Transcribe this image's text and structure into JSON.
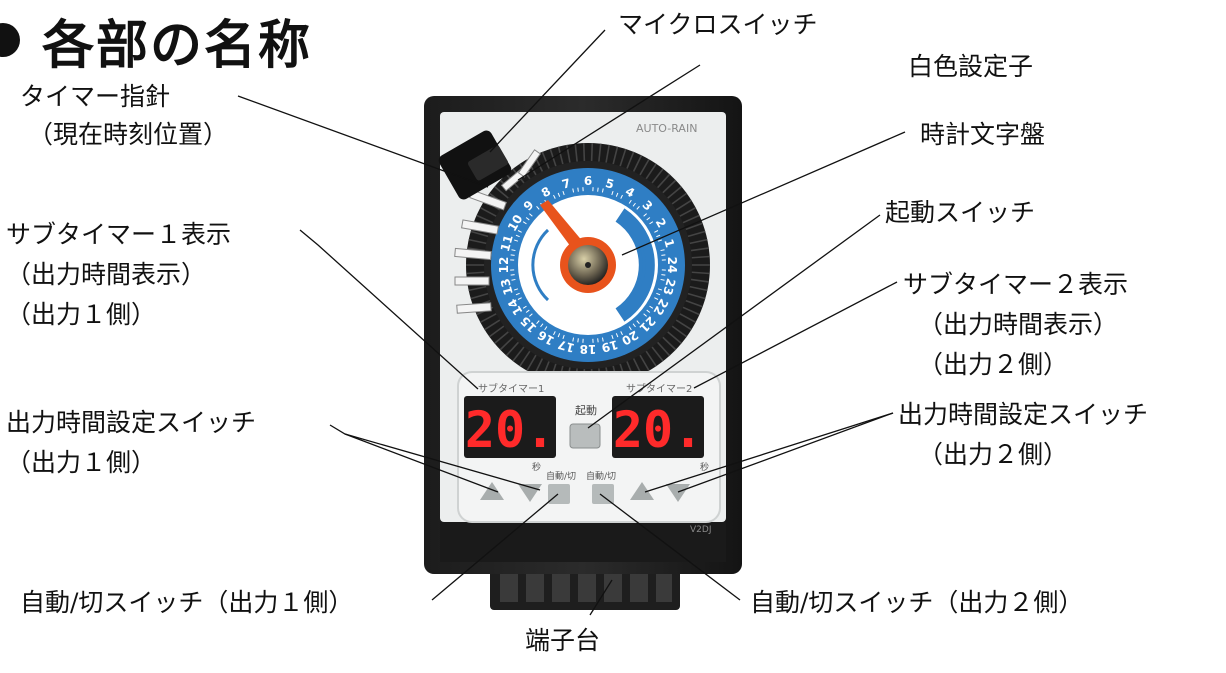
{
  "title": "各部の名称",
  "device": {
    "brand": "AUTO-RAIN",
    "model": "V2DJ",
    "display1_label": "サブタイマー1",
    "display2_label": "サブタイマー2",
    "display1_value": "20.",
    "display2_value": "20.",
    "start_label": "起動",
    "auto_off_left": "自動/切",
    "auto_off_right": "自動/切",
    "sec_left": "秒",
    "sec_right": "秒",
    "dial_numbers": [
      "1",
      "2",
      "3",
      "4",
      "5",
      "6",
      "7",
      "8",
      "9",
      "10",
      "11",
      "12",
      "13",
      "14",
      "15",
      "16",
      "17",
      "18",
      "19",
      "20",
      "21",
      "22",
      "23",
      "24"
    ]
  },
  "labels": {
    "micro_switch": "マイクロスイッチ",
    "white_setter": "白色設定子",
    "timer_pointer": "タイマー指針",
    "current_time_position": "（現在時刻位置）",
    "clock_dial": "時計文字盤",
    "start_switch": "起動スイッチ",
    "subtimer1_display": "サブタイマー１表示",
    "subtimer1_output_time": "（出力時間表示）",
    "subtimer1_output_side": "（出力１側）",
    "subtimer2_display": "サブタイマー２表示",
    "subtimer2_output_time": "（出力時間表示）",
    "subtimer2_output_side": "（出力２側）",
    "output_time_switch_left": "出力時間設定スイッチ",
    "output_time_switch_left_side": "（出力１側）",
    "output_time_switch_right": "出力時間設定スイッチ",
    "output_time_switch_right_side": "（出力２側）",
    "auto_off_switch_1": "自動/切スイッチ（出力１側）",
    "auto_off_switch_2": "自動/切スイッチ（出力２側）",
    "terminal_block": "端子台"
  }
}
